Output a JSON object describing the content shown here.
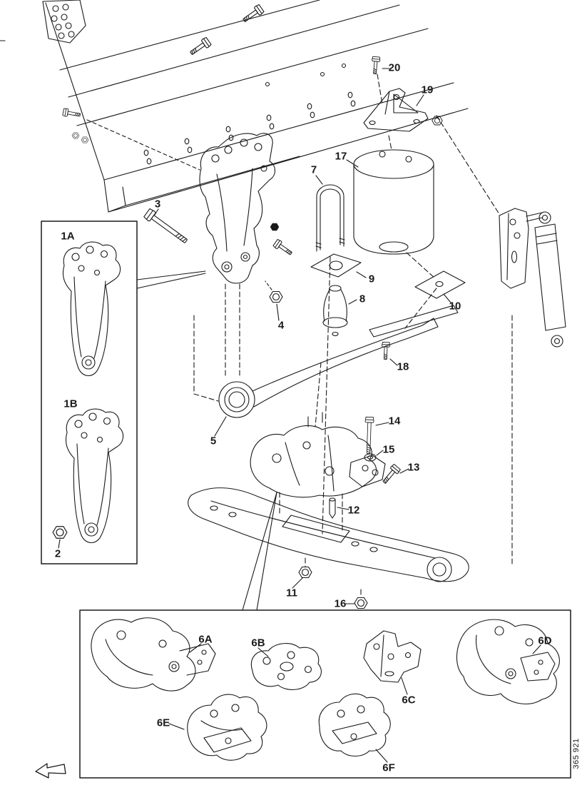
{
  "figure": {
    "drawing_number": "365 921",
    "colors": {
      "ink": "#1a1a1a",
      "paper": "#ffffff"
    },
    "icons": {
      "direction_arrow": "left-pointing-arrow"
    },
    "callouts": {
      "c1a": "1A",
      "c1b": "1B",
      "c2": "2",
      "c3": "3",
      "c4": "4",
      "c5": "5",
      "c6a": "6A",
      "c6b": "6B",
      "c6c": "6C",
      "c6d": "6D",
      "c6e": "6E",
      "c6f": "6F",
      "c7": "7",
      "c8": "8",
      "c9": "9",
      "c10": "10",
      "c11": "11",
      "c12": "12",
      "c13": "13",
      "c14": "14",
      "c15": "15",
      "c16": "16",
      "c17": "17",
      "c18": "18",
      "c19": "19",
      "c20": "20"
    }
  }
}
